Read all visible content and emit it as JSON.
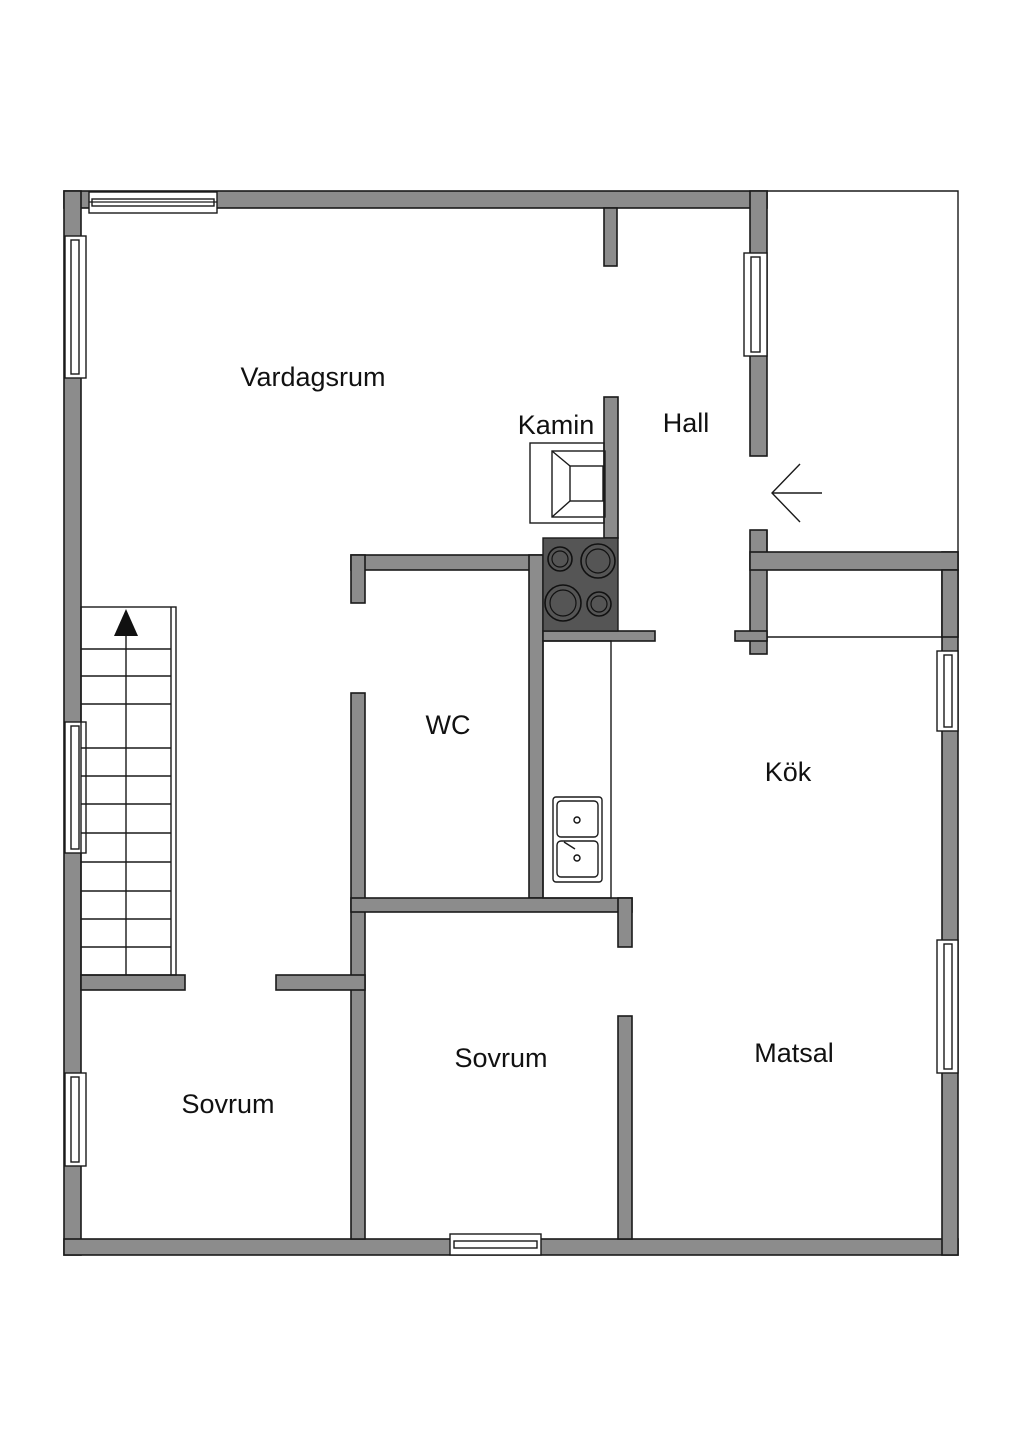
{
  "floorplan": {
    "rooms": {
      "vardagsrum": "Vardagsrum",
      "kamin": "Kamin",
      "hall": "Hall",
      "wc": "WC",
      "kok": "Kök",
      "sovrum_left": "Sovrum",
      "sovrum_middle": "Sovrum",
      "matsal": "Matsal"
    },
    "colors": {
      "wall": "#8c8c8c",
      "line": "#1a1a1a",
      "stove": "#555555"
    }
  }
}
